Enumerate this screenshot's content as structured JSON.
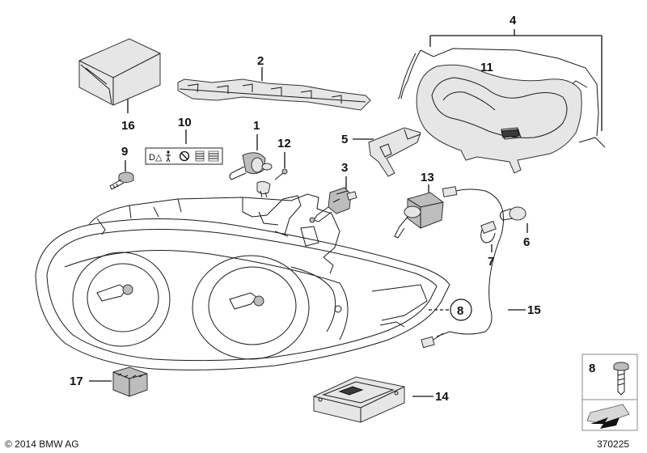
{
  "callouts": {
    "c1": "1",
    "c2": "2",
    "c3": "3",
    "c4": "4",
    "c5": "5",
    "c6": "6",
    "c7": "7",
    "c8_circle": "8",
    "c8_box": "8",
    "c9": "9",
    "c10": "10",
    "c11": "11",
    "c12": "12",
    "c13": "13",
    "c14": "14",
    "c15": "15",
    "c16": "16",
    "c17": "17"
  },
  "footer": {
    "copyright": "© 2014 BMW AG",
    "diagram_number": "370225"
  },
  "label_plate": {
    "text": "D△"
  }
}
